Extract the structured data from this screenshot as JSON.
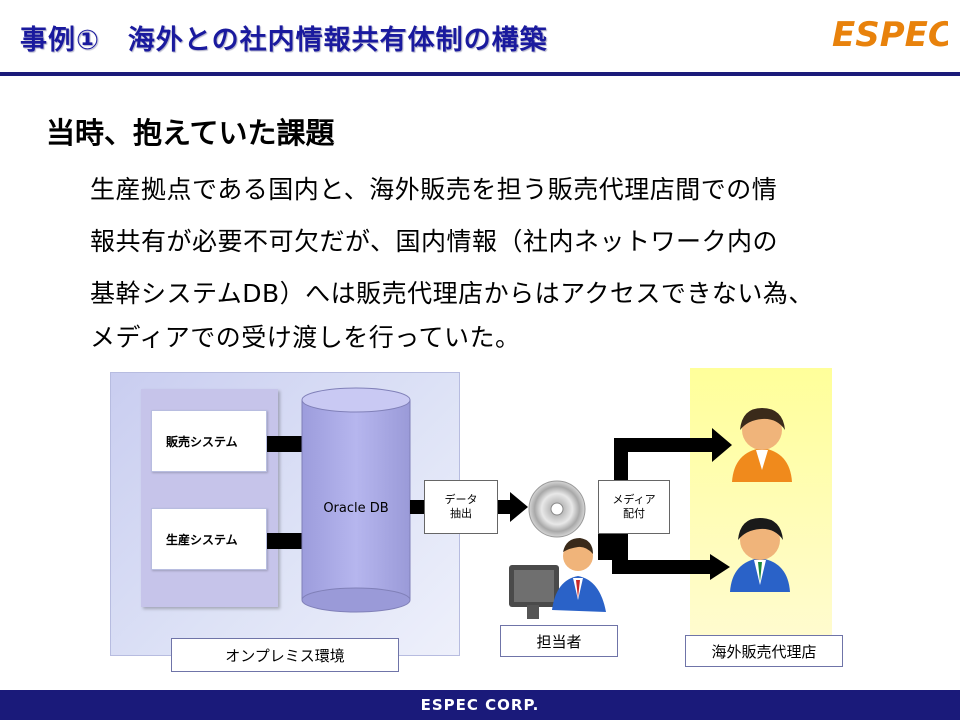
{
  "header": {
    "title": "事例①　海外との社内情報共有体制の構築",
    "logo_text": "ESPEC"
  },
  "content": {
    "heading": "当時、抱えていた課題",
    "body_lines": [
      "生産拠点である国内と、海外販売を担う販売代理店間での情",
      "報共有が必要不可欠だが、国内情報（社内ネットワーク内の",
      "基幹システムDB）へは販売代理店からはアクセスできない為、",
      "メディアでの受け渡しを行っていた。"
    ]
  },
  "diagram": {
    "sales_system": "販売システム",
    "production_system": "生産システム",
    "database": "Oracle DB",
    "extract_line1": "データ",
    "extract_line2": "抽出",
    "media_line1": "メディア",
    "media_line2": "配付",
    "person_in_charge": "担当者",
    "onprem_label": "オンプレミス環境",
    "agency_label": "海外販売代理店"
  },
  "footer": {
    "company": "ESPEC CORP."
  },
  "colors": {
    "title": "#1a1a9e",
    "rule": "#1b1b7a",
    "logo": "#e8820c",
    "cylinder": "#a9a9e6",
    "footer": "#1a1a7a"
  }
}
